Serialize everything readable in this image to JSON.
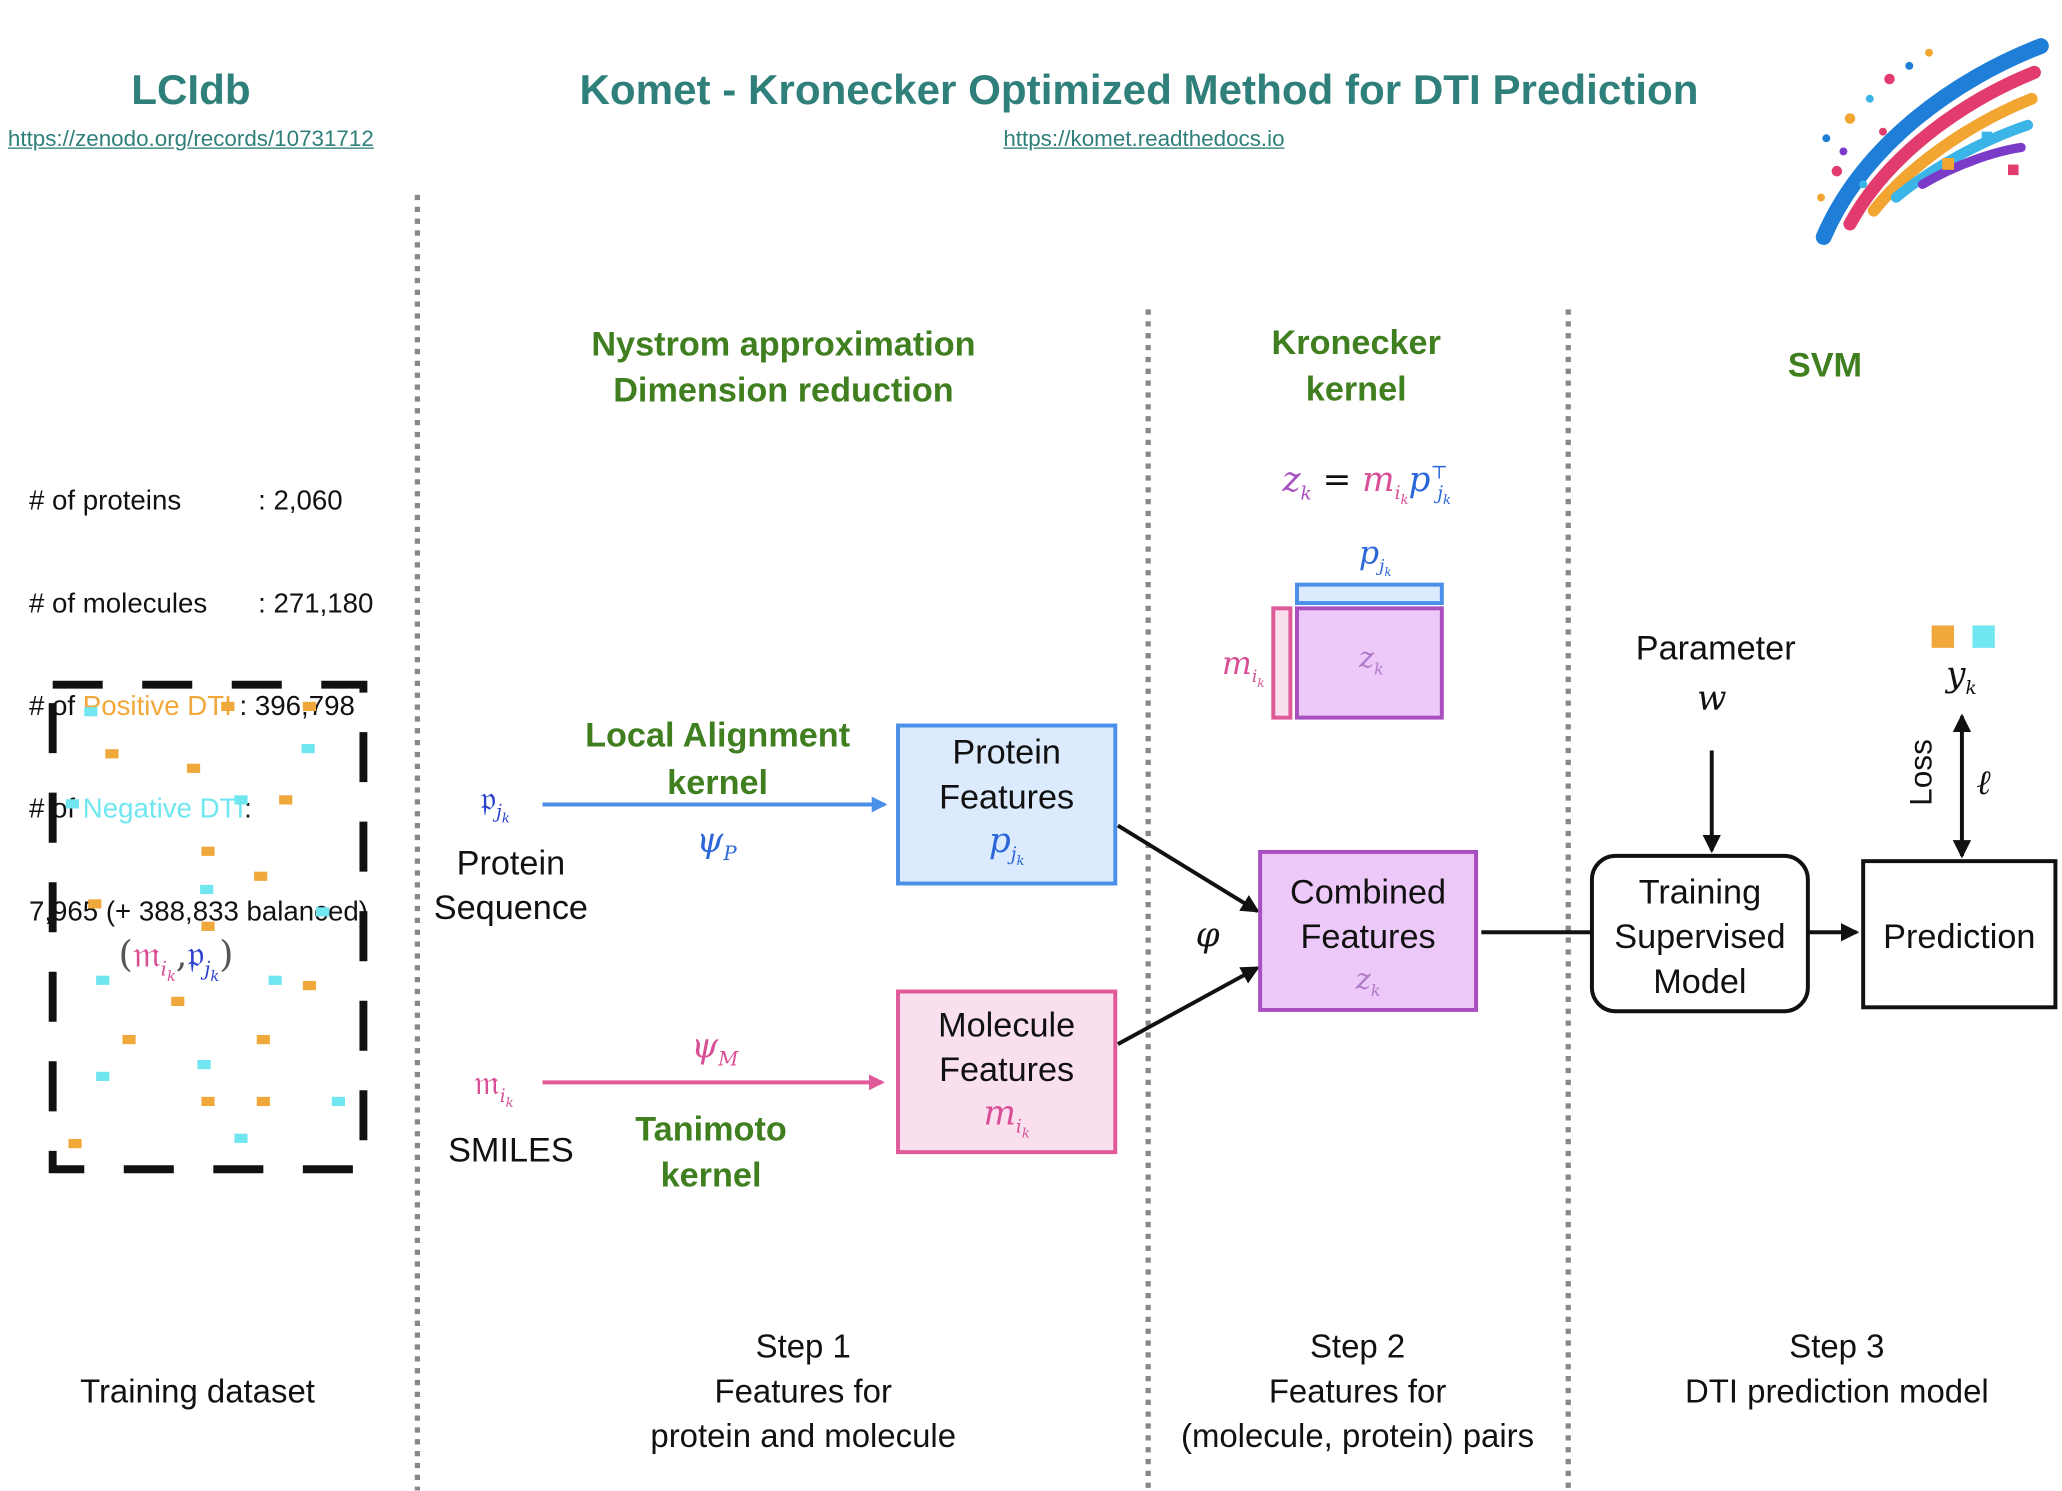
{
  "header": {
    "dataset_name": "LCIdb",
    "dataset_url": "https://zenodo.org/records/10731712",
    "title": "Komet - Kronecker Optimized Method for DTI Prediction",
    "docs_url": "https://komet.readthedocs.io"
  },
  "stats": {
    "proteins_label": "# of proteins",
    "proteins_value": ": 2,060",
    "molecules_label": "# of molecules",
    "molecules_value": ": 271,180",
    "positive_prefix": "# of ",
    "positive_word": "Positive DTI",
    "positive_value": " : 396,798",
    "negative_prefix": "# of ",
    "negative_word": "Negative DTI",
    "negative_suffix": ":",
    "negative_value": "7,965 (+ 388,833 balanced)"
  },
  "dataset_pair_symbol": {
    "open": "(",
    "m": "𝔪",
    "m_sub": "i",
    "m_subsub": "k",
    "comma": ",",
    "p": "𝔭",
    "p_sub": "j",
    "p_subsub": "k",
    "close": ")"
  },
  "step1": {
    "heading_line1": "Nystrom approximation",
    "heading_line2": "Dimension reduction",
    "protein_symbol": "𝔭",
    "protein_sub": "j",
    "protein_subsub": "k",
    "protein_input_line1": "Protein",
    "protein_input_line2": "Sequence",
    "protein_kernel_line1": "Local Alignment",
    "protein_kernel_line2": "kernel",
    "psi_p": "ψ",
    "psi_p_sub": "P",
    "molecule_symbol": "𝔪",
    "molecule_sub": "i",
    "molecule_subsub": "k",
    "molecule_input": "SMILES",
    "psi_m": "ψ",
    "psi_m_sub": "M",
    "molecule_kernel_line1": "Tanimoto",
    "molecule_kernel_line2": "kernel",
    "protein_features_line1": "Protein",
    "protein_features_line2": "Features",
    "protein_features_symbol": "p",
    "molecule_features_line1": "Molecule",
    "molecule_features_line2": "Features",
    "molecule_features_symbol": "m",
    "caption_line1": "Step 1",
    "caption_line2": "Features for",
    "caption_line3": "protein and molecule"
  },
  "step2": {
    "heading_line1": "Kronecker",
    "heading_line2": "kernel",
    "formula_z": "z",
    "formula_eq": "=",
    "formula_m": "m",
    "formula_p": "p",
    "formula_T": "⊤",
    "p_label": "p",
    "m_label": "m",
    "z_label": "z",
    "phi": "φ",
    "combined_line1": "Combined",
    "combined_line2": "Features",
    "combined_symbol": "z",
    "caption_line1": "Step 2",
    "caption_line2": "Features for",
    "caption_line3": "(molecule, protein) pairs"
  },
  "step3": {
    "heading": "SVM",
    "parameter_label": "Parameter",
    "parameter_symbol": "w",
    "training_line1": "Training",
    "training_line2": "Supervised",
    "training_line3": "Model",
    "prediction_label": "Prediction",
    "y_symbol": "y",
    "y_sub": "k",
    "loss_label": "Loss",
    "loss_symbol": "ℓ",
    "caption_line1": "Step 3",
    "caption_line2": "DTI prediction model"
  },
  "training_dataset_caption": "Training dataset",
  "colors": {
    "teal": "#2f7f7a",
    "green": "#3f7f1f",
    "orange": "#f0a83a",
    "cyan": "#6fe6f0",
    "protein_blue": "#2a66d9",
    "molecule_pink": "#d94f95",
    "combined_purple": "#a94fc0"
  }
}
